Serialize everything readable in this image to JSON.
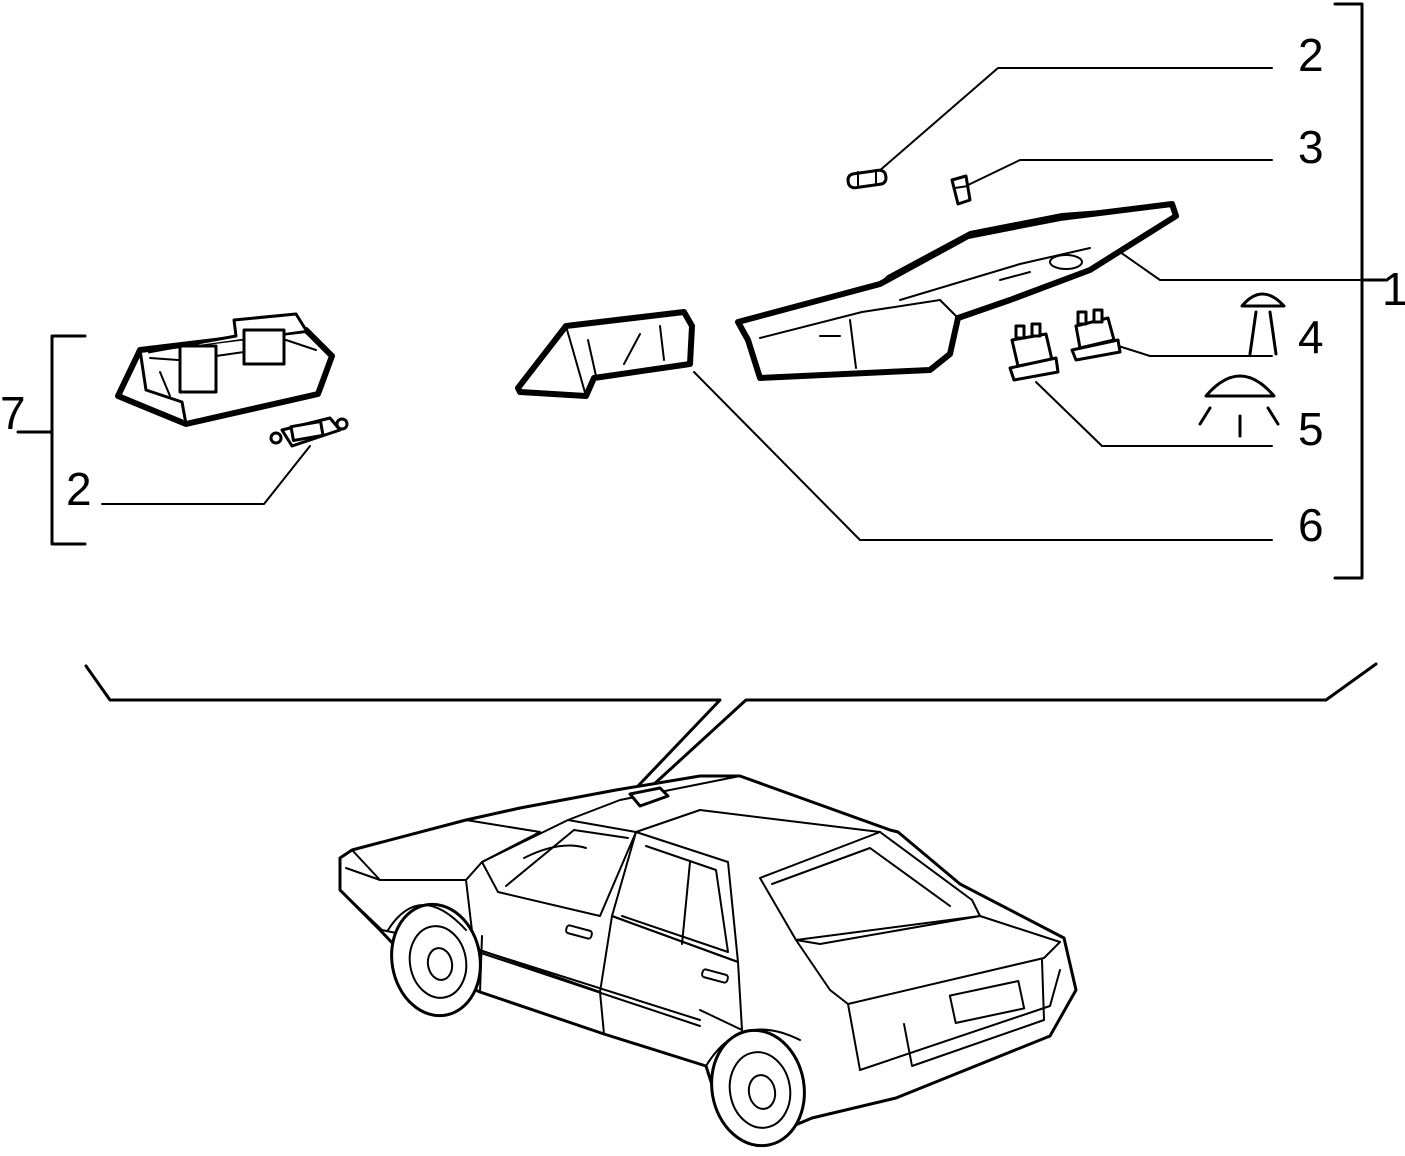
{
  "callouts": {
    "top_2": "2",
    "top_3": "3",
    "bracket_1": "1",
    "item_4": "4",
    "item_5": "5",
    "item_6": "6",
    "left_7": "7",
    "left_2": "2"
  },
  "icons": {
    "lamp_off": "lamp-off-icon",
    "lamp_on": "lamp-on-icon"
  },
  "colors": {
    "line": "#000000",
    "background": "#ffffff"
  }
}
